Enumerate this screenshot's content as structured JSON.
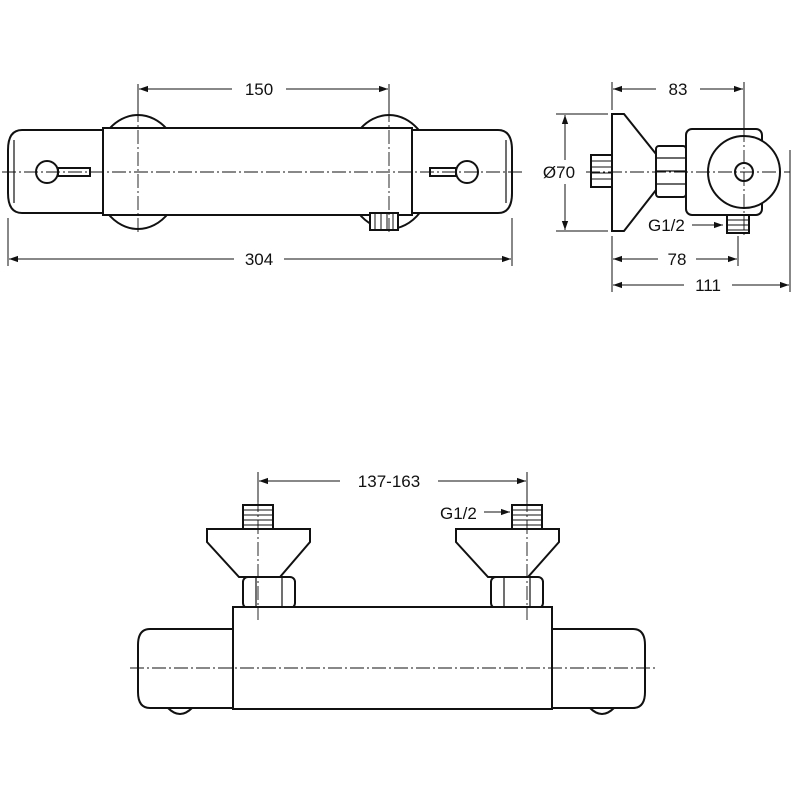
{
  "dimensions": {
    "front_inlet_spacing": "150",
    "front_overall_length": "304",
    "side_wall_depth": "83",
    "side_diameter": "Ø70",
    "side_thread": "G1/2",
    "side_outlet_offset": "78",
    "side_overall_depth": "111",
    "bottom_inlet_spacing": "137-163",
    "bottom_thread": "G1/2"
  }
}
